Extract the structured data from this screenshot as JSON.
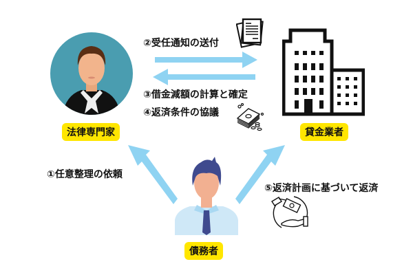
{
  "actors": {
    "legal_expert": {
      "label": "法律専門家"
    },
    "lender": {
      "label": "貸金業者"
    },
    "debtor": {
      "label": "債務者"
    }
  },
  "steps": [
    {
      "label": "①任意整理の依頼"
    },
    {
      "label": "②受任通知の送付"
    },
    {
      "label": "③借金減額の計算と確定"
    },
    {
      "label": "④返済条件の協議"
    },
    {
      "label": "⑤返済計画に基づいて返済"
    }
  ],
  "colors": {
    "arrow": "#8FD3F2",
    "tag": "#FFE600",
    "avatar_bg": "#4A9DB0",
    "debtor_hair": "#3F4A8E",
    "debtor_shirt": "#CFE8F7"
  },
  "icons": {
    "document": "document-stack-icon",
    "money": "money-stack-icon",
    "payment": "hand-payment-icon",
    "building": "building-icon"
  }
}
